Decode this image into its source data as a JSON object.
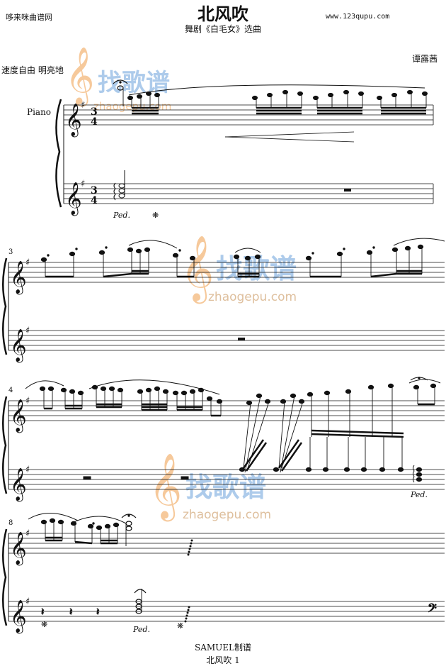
{
  "header": {
    "site_left": "哆来咪曲谱网",
    "site_right": "www.123qupu.com",
    "title": "北风吹",
    "subtitle": "舞剧《白毛女》选曲",
    "composer": "谭露茜",
    "tempo": "速度自由 明亮地",
    "instrument": "Piano"
  },
  "score": {
    "time_signature_top": "3",
    "time_signature_bottom": "4",
    "measure_numbers": [
      "3",
      "4",
      "8"
    ],
    "pedal_mark": "Ped.",
    "pedal_release": "❋"
  },
  "watermark": {
    "brand": "找歌谱",
    "url": "zhaogepu.com",
    "url_top": "zhaogepu.com"
  },
  "footer": {
    "maker": "SAMUEL制谱",
    "page": "北风吹    1"
  },
  "colors": {
    "ink": "#111111",
    "watermark_orange": "#f5c08a",
    "watermark_blue": "#9fc3e8"
  }
}
